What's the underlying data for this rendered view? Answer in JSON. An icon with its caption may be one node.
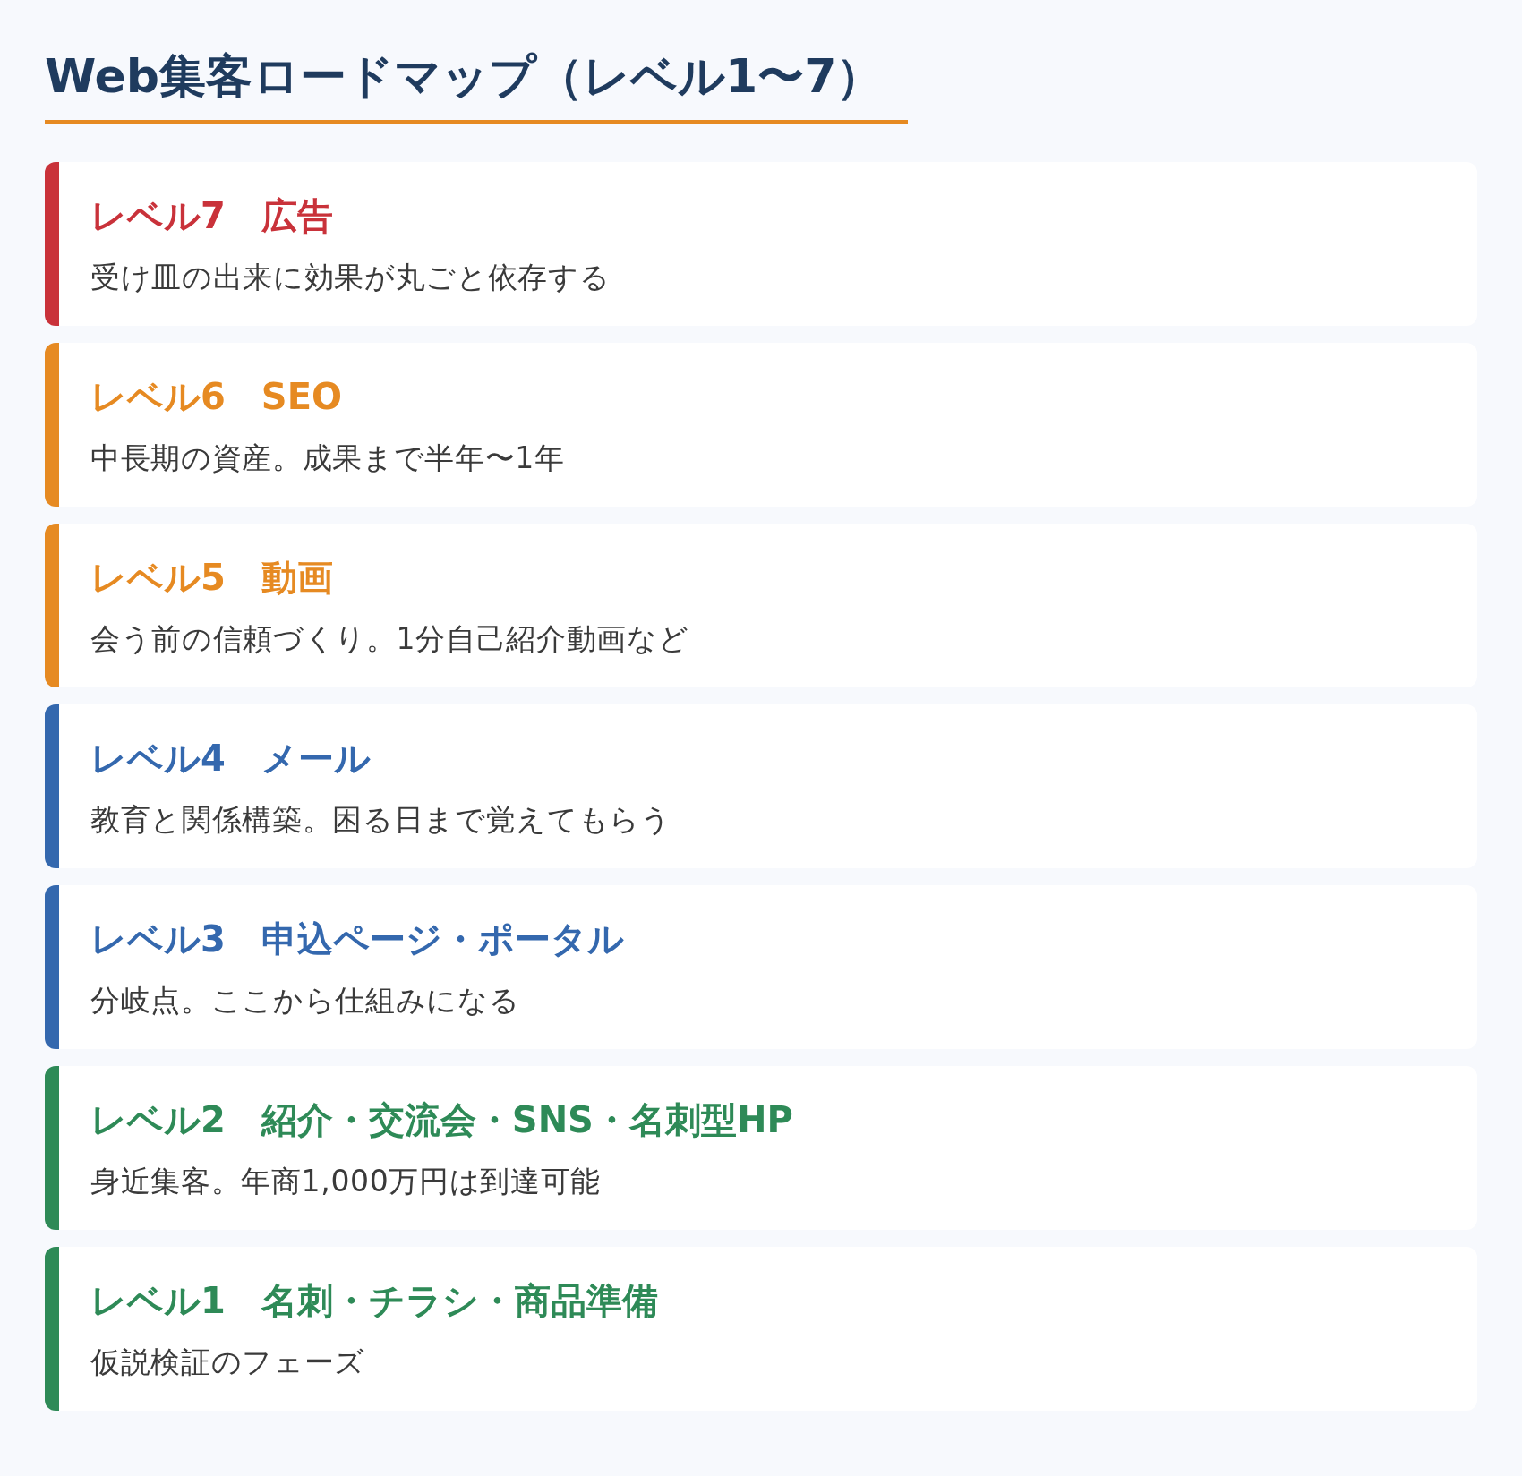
{
  "diagram": {
    "title": "Web集客ロードマップ（レベル1〜7）",
    "nodes": [
      {
        "text": [
          "レベル7　広告",
          "受け皿の出来に効果が丸ごと依存する"
        ]
      },
      {
        "text": [
          "レベル6　SEO",
          "中長期の資産。成果まで半年〜1年"
        ]
      },
      {
        "text": [
          "レベル5　動画",
          "会う前の信頼づくり。1分自己紹介動画など"
        ]
      },
      {
        "text": [
          "レベル4　メール",
          "教育と関係構築。困る日まで覚えてもらう"
        ]
      },
      {
        "text": [
          "レベル3　申込ページ・ポータル",
          "分岐点。ここから仕組みになる"
        ]
      },
      {
        "text": [
          "レベル2　紹介・交流会・SNS・名刺型HP",
          "身近集客。年商1,000万円は到達可能"
        ]
      },
      {
        "text": [
          "レベル1　名刺・チラシ・商品準備",
          "仮説検証のフェーズ"
        ]
      }
    ]
  }
}
